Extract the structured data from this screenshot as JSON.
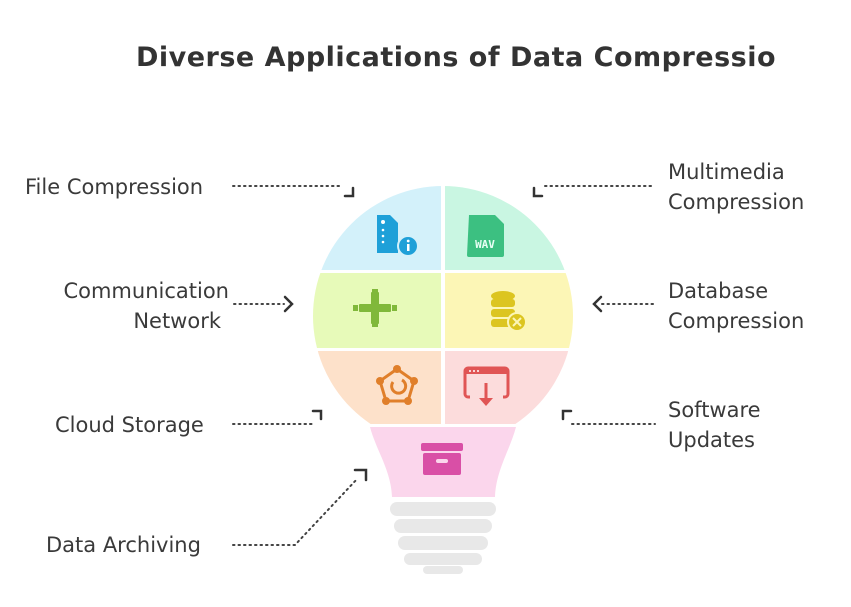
{
  "title": "Diverse Applications of Data Compressio",
  "labels": {
    "file_compression": "File Compression",
    "multimedia_1": "Multimedia",
    "multimedia_2": "Compression",
    "communication_1": "Communication",
    "communication_2": "Network",
    "database_1": "Database",
    "database_2": "Compression",
    "cloud_storage": "Cloud Storage",
    "software_1": "Software",
    "software_2": "Updates",
    "data_archiving": "Data Archiving"
  },
  "icons": {
    "file_compression": "file-info-icon",
    "multimedia": "wav-file-icon",
    "communication": "network-cross-icon",
    "database": "database-x-icon",
    "cloud_storage": "cloud-sync-icon",
    "software": "download-window-icon",
    "data_archiving": "archive-box-icon",
    "wav_text": "WAV"
  },
  "colors": {
    "blue": "#d3f1fa",
    "mint": "#c9f6e2",
    "lime": "#e7fab9",
    "yellow": "#fcf6b6",
    "peach": "#fde1ca",
    "rose": "#fcdcdc",
    "pink": "#fbd6ec",
    "base": "#e6e6e6"
  }
}
